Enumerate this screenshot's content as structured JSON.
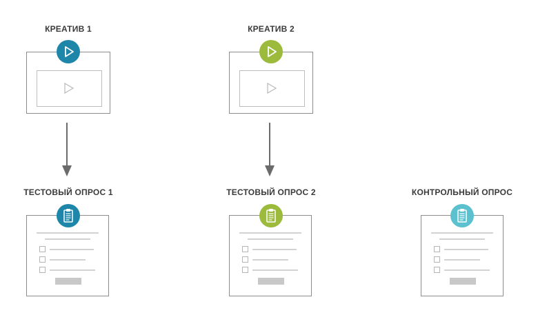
{
  "creatives": [
    {
      "label": "КРЕАТИВ 1",
      "badge_color": "#1e86a8",
      "icon": "play-icon"
    },
    {
      "label": "КРЕАТИВ 2",
      "badge_color": "#9cba3b",
      "icon": "play-icon"
    }
  ],
  "surveys": [
    {
      "label": "ТЕСТОВЫЙ ОПРОС 1",
      "badge_color": "#1e86a8",
      "icon": "clipboard-icon"
    },
    {
      "label": "ТЕСТОВЫЙ ОПРОС 2",
      "badge_color": "#9cba3b",
      "icon": "clipboard-icon"
    },
    {
      "label": "КОНТРОЛЬНЫЙ ОПРОС",
      "badge_color": "#5bc1cf",
      "icon": "clipboard-icon"
    }
  ]
}
